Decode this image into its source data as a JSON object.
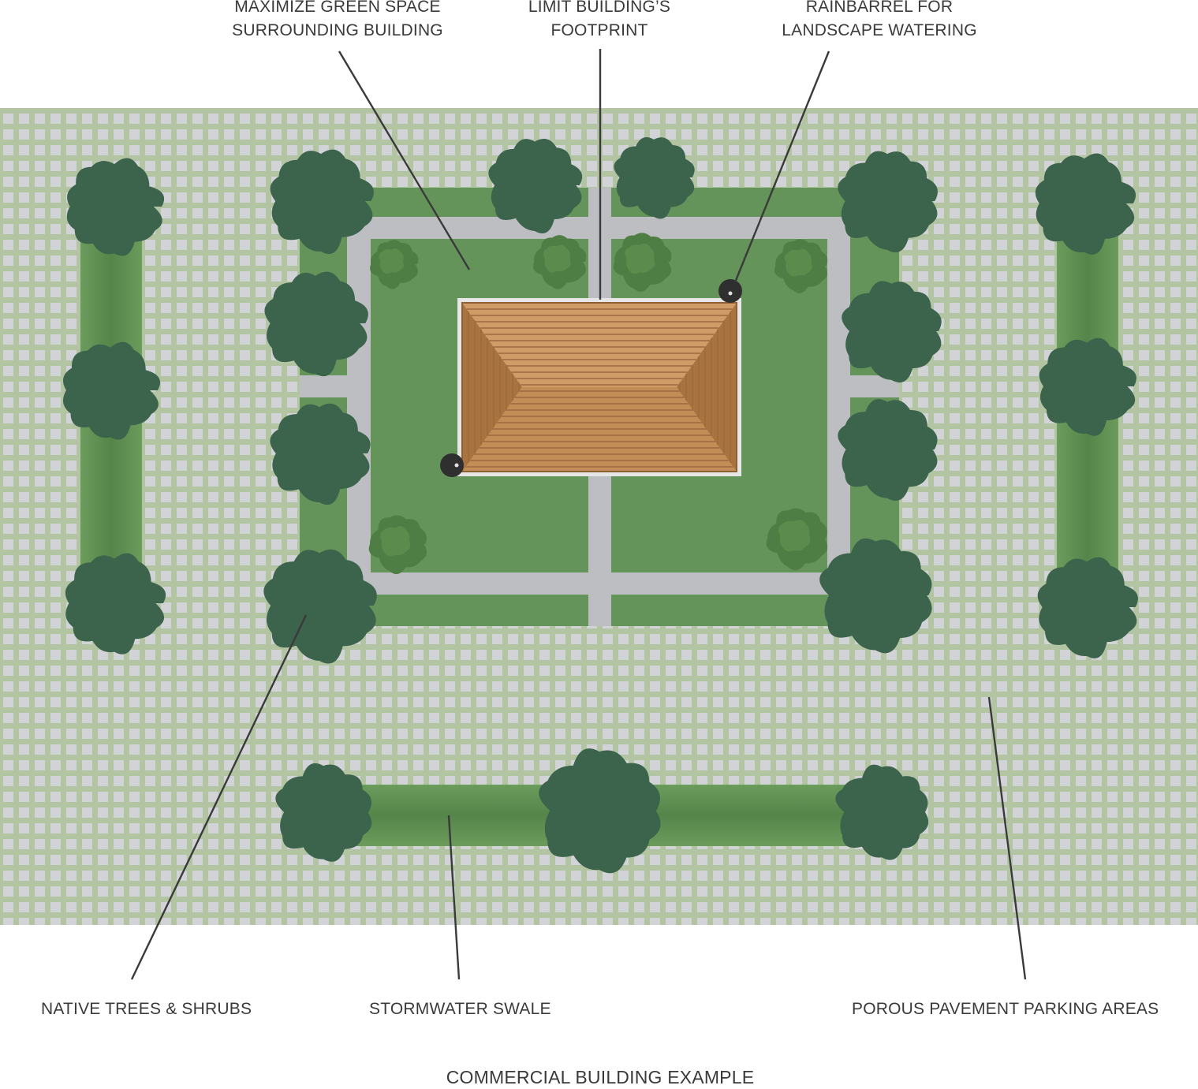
{
  "callouts": {
    "green_space": {
      "line1": "MAXIMIZE GREEN SPACE",
      "line2": "SURROUNDING BUILDING"
    },
    "footprint": {
      "line1": "LIMIT BUILDING’S",
      "line2": "FOOTPRINT"
    },
    "rainbarrel": {
      "line1": "RAINBARREL FOR",
      "line2": "LANDSCAPE WATERING"
    },
    "native_trees": "NATIVE TREES & SHRUBS",
    "swale": "STORMWATER SWALE",
    "porous": "POROUS PAVEMENT PARKING AREAS"
  },
  "caption": "COMMERCIAL BUILDING EXAMPLE",
  "colors": {
    "paver_gray": "#d2d3d6",
    "paver_green": "#b3c4a2",
    "lawn": "#65945a",
    "swale": "#5d8a4f",
    "walk": "#bdbec1",
    "tree": "#3c634b",
    "shrub": "#4f7e44",
    "roof_light": "#c8925e",
    "roof_dark": "#9d6a3e",
    "barrel": "#2f2f2f",
    "leader": "#3a3a3a"
  }
}
